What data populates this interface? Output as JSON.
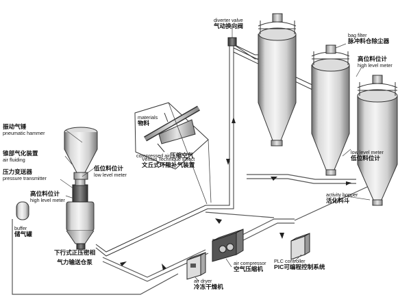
{
  "labels": {
    "diverter_valve": {
      "en": "diverter valve",
      "zh": "气动换向阀"
    },
    "bag_filter": {
      "en": "bag filter",
      "zh": "脉冲料仓除尘器"
    },
    "high_level_meter_silo": {
      "zh": "高位料位计",
      "en": "high level meter"
    },
    "materials": {
      "en": "materials",
      "zh": "物料"
    },
    "compressed_air": {
      "en": "compressed air",
      "zh": "压缩空气"
    },
    "venturi": {
      "en": "Venturi  Technique Effect",
      "zh": "文丘式环隙补气装置"
    },
    "vibrating_hammer": {
      "zh": "振动气锤",
      "en": "pneumatic hammer"
    },
    "cone_fluidizer": {
      "zh": "锥部气化装置",
      "en": "air fluiding"
    },
    "pressure_transmitter": {
      "zh": "压力变送器",
      "en": "pressure transmitter"
    },
    "low_level_meter_hopper": {
      "zh": "低位料位计",
      "en": "low level meter"
    },
    "high_level_meter_pump": {
      "zh": "高位料位计",
      "en": "high level meter"
    },
    "buffer": {
      "en": "buffer",
      "zh": "储气罐"
    },
    "pump": {
      "zh1": "下行式正压密相",
      "zh2": "气力输送仓泵"
    },
    "low_level_meter_silo": {
      "en": "low level meter",
      "zh": "低位料位计"
    },
    "activity_hopper": {
      "en": "activity hopper",
      "zh": "活化料斗"
    },
    "plc": {
      "en": "PLC controller",
      "zh": "PIC可编程控制系统"
    },
    "air_compressor": {
      "en": "air compressor",
      "zh": "空气压缩机"
    },
    "air_dryer": {
      "en": "air dryer",
      "zh": "冷冻干燥机"
    }
  }
}
